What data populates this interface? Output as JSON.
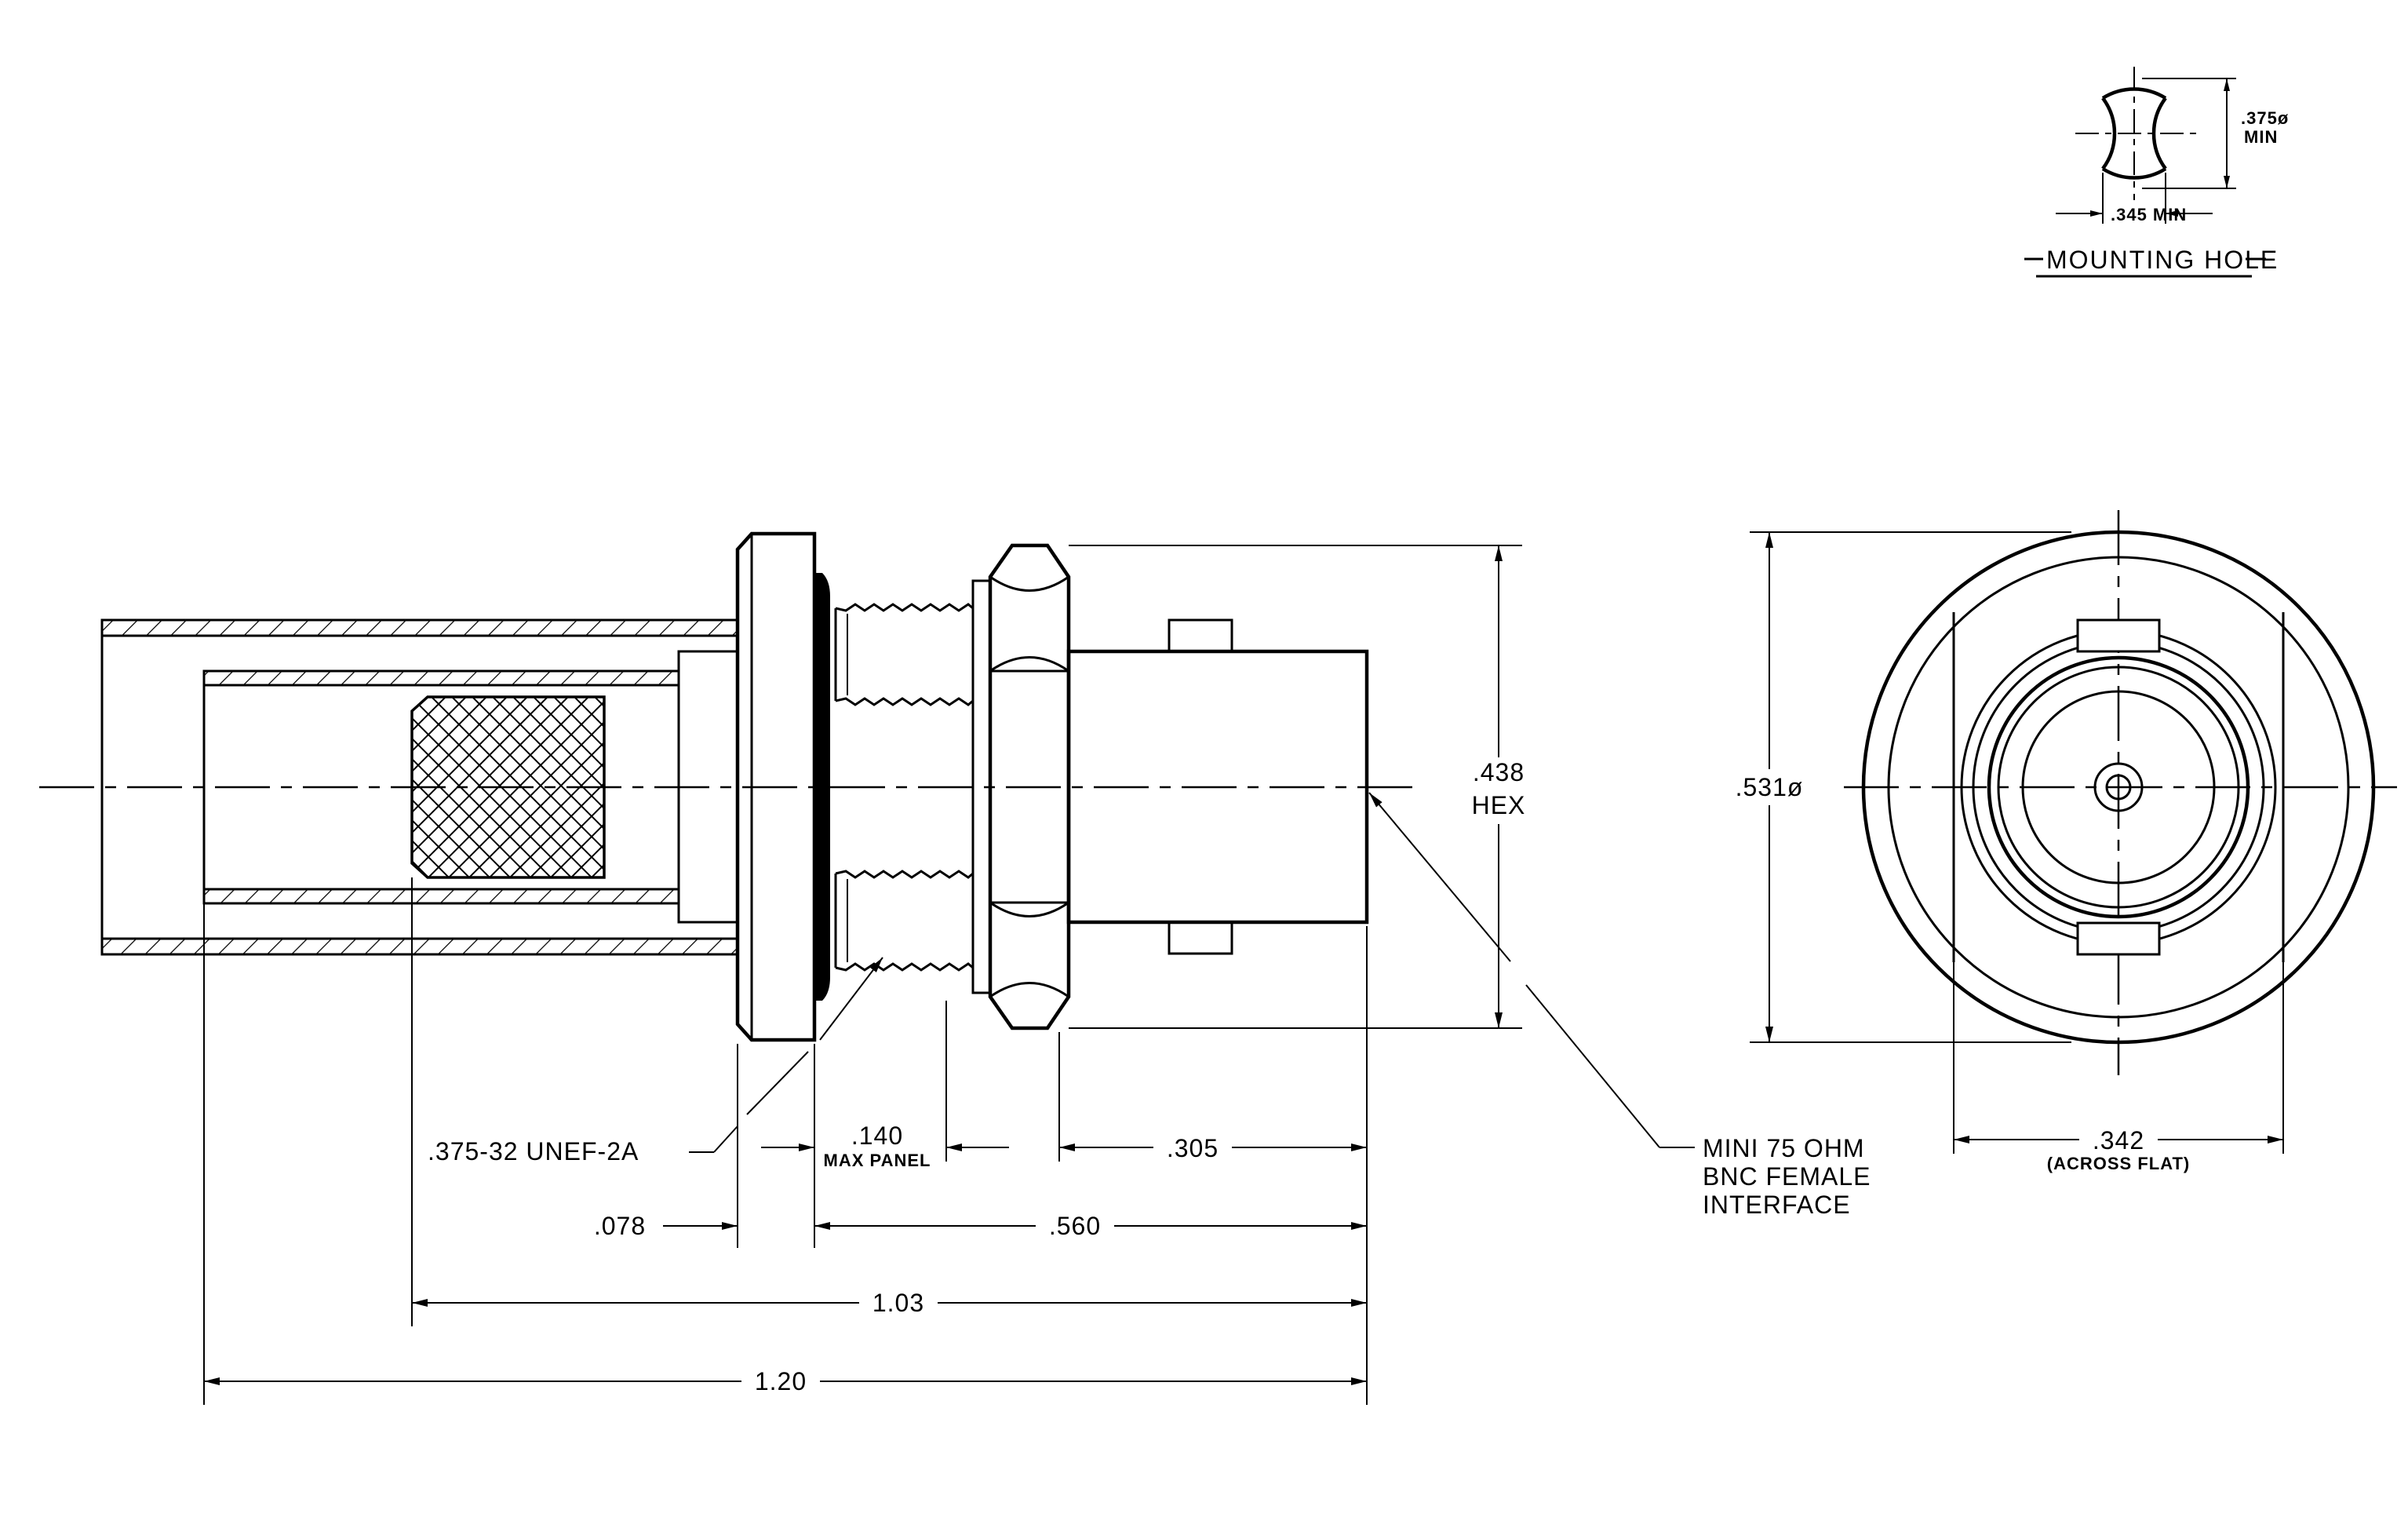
{
  "mounting_hole": {
    "title": "MOUNTING HOLE",
    "dia_value": ".375ø",
    "dia_note": "MIN",
    "flat_value": ".345 MIN"
  },
  "dimensions": {
    "hex_value": ".438",
    "hex_label": "HEX",
    "body_dia": ".531ø",
    "thread": ".375-32 UNEF-2A",
    "panel_value": ".140",
    "panel_label": "MAX PANEL",
    "d305": ".305",
    "d078": ".078",
    "d560": ".560",
    "d103": "1.03",
    "d120": "1.20",
    "across_flat_value": ".342",
    "across_flat_label": "(ACROSS FLAT)"
  },
  "interface_note": [
    "MINI 75 OHM",
    "BNC FEMALE",
    "INTERFACE"
  ]
}
